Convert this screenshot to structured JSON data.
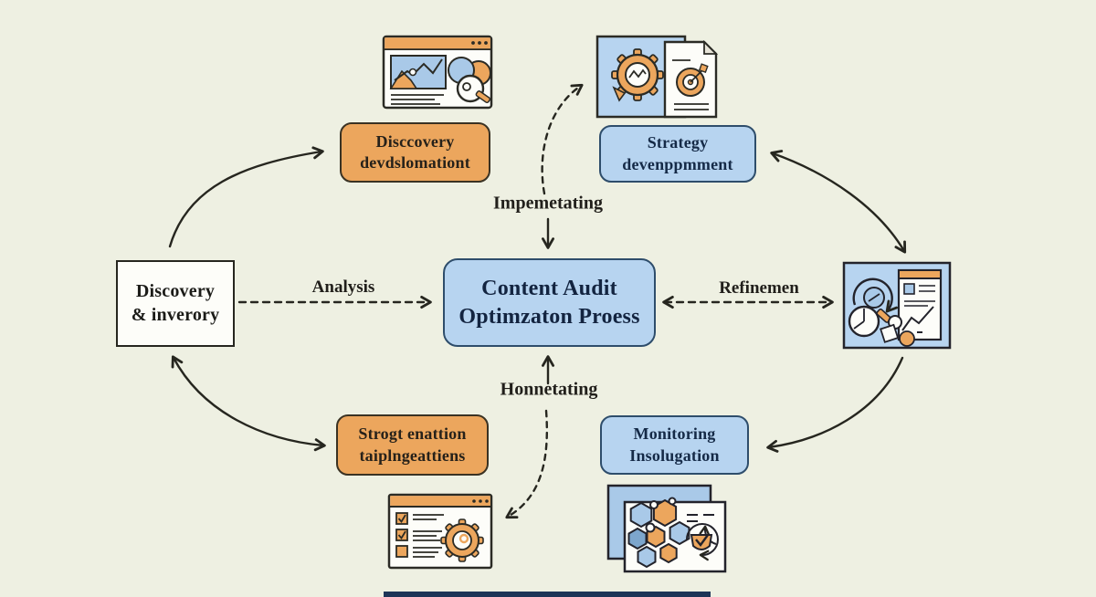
{
  "background_color": "#eef0e2",
  "colors": {
    "orange_fill": "#eca65d",
    "blue_fill": "#b7d4f0",
    "icon_blue": "#a9c9e8",
    "white_fill": "#fdfdf9",
    "line_dark": "#26261f",
    "navy_border": "#2e4d6b",
    "footer_bar_color": "#1d3557"
  },
  "center_node": {
    "line1": "Content Audit",
    "line2": "Optimzaton Proess"
  },
  "nodes": {
    "discovery_inventory": {
      "line1": "Discovery",
      "line2": "& inverory"
    },
    "discovery_development": {
      "line1": "Disccovery",
      "line2": "devdslomationt"
    },
    "strategy_development": {
      "line1": "Strategy",
      "line2": "devenppmment"
    },
    "strength_optimization": {
      "line1": "Strogt enattion",
      "line2": "taiplngeattiens"
    },
    "monitoring_insolugation": {
      "line1": "Monitoring",
      "line2": "Insolugation"
    }
  },
  "edge_labels": {
    "analysis": "Analysis",
    "implementing": "Impemetating",
    "refinement": "Refinemen",
    "honnetating": "Honnetating"
  },
  "icons": {
    "top_left": "analytics-browser-icon",
    "top_right": "strategy-gear-document-icon",
    "right": "refinement-review-icon",
    "bottom_left": "checklist-gear-icon",
    "bottom_right": "hexagon-report-icon"
  }
}
